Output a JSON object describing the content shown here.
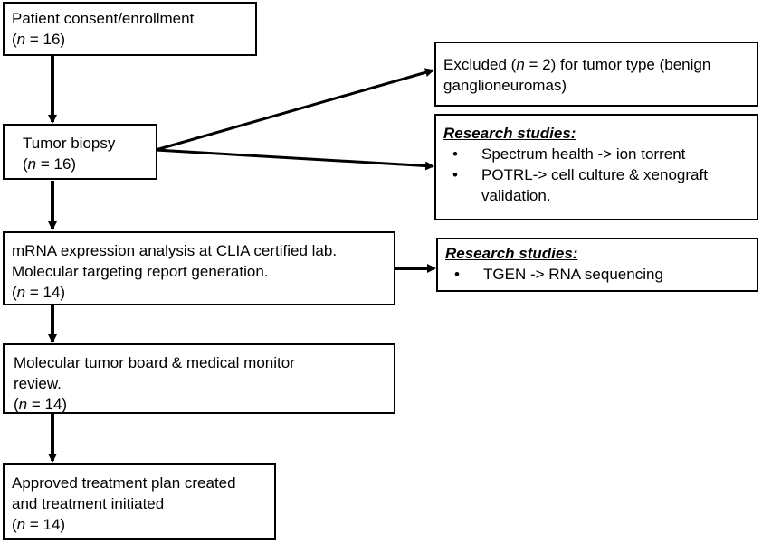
{
  "boxes": {
    "enrollment": {
      "lines": [
        "Patient consent/enrollment"
      ],
      "n_prefix": "(",
      "n_var": "n",
      "n_suffix": " = 16)"
    },
    "biopsy": {
      "lines": [
        "Tumor biopsy"
      ],
      "n_prefix": "(",
      "n_var": "n",
      "n_suffix": " = 16)"
    },
    "mrna": {
      "lines": [
        "mRNA expression analysis at CLIA certified lab.",
        "Molecular targeting report generation."
      ],
      "n_prefix": "(",
      "n_var": "n",
      "n_suffix": " = 14)"
    },
    "board": {
      "lines": [
        "Molecular tumor board & medical monitor",
        "review."
      ],
      "n_prefix": "(",
      "n_var": "n",
      "n_suffix": " = 14)"
    },
    "treatment": {
      "lines": [
        "Approved treatment plan created",
        "and treatment initiated"
      ],
      "n_prefix": "(",
      "n_var": "n",
      "n_suffix": " = 14)"
    },
    "excluded": {
      "pre": "Excluded (",
      "n_var": "n",
      "post": " = 2) for tumor type (benign",
      "line2": "ganglioneuromas)"
    },
    "research1": {
      "heading": "Research studies:",
      "items": [
        "Spectrum health -> ion torrent",
        "POTRL-> cell culture & xenograft validation."
      ]
    },
    "research2": {
      "heading": "Research studies:",
      "items": [
        "TGEN -> RNA sequencing"
      ]
    }
  }
}
